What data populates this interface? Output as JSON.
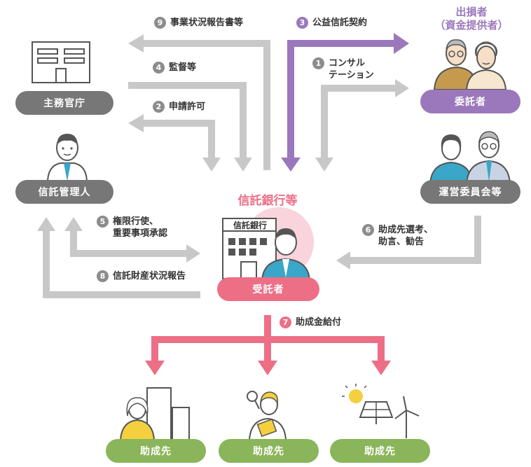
{
  "nodes": {
    "authority": "主務官庁",
    "trust_admin": "信託管理人",
    "trustor": "委託者",
    "committee": "運営委員会等",
    "trustee": "受託者",
    "grantee_1": "助成先",
    "grantee_2": "助成先",
    "grantee_3": "助成先"
  },
  "headings": {
    "donor_line1": "出損者",
    "donor_line2": "（資金提供者）",
    "bank": "信託銀行等",
    "building_sign": "信託銀行"
  },
  "steps": [
    {
      "num": "1",
      "line1": "コンサル",
      "line2": "テーション"
    },
    {
      "num": "2",
      "line1": "申請許可",
      "line2": ""
    },
    {
      "num": "3",
      "line1": "公益信託契約",
      "line2": ""
    },
    {
      "num": "4",
      "line1": "監督等",
      "line2": ""
    },
    {
      "num": "5",
      "line1": "権限行使、",
      "line2": "重要事項承認"
    },
    {
      "num": "6",
      "line1": "助成先選考、",
      "line2": "助言、勧告"
    },
    {
      "num": "7",
      "line1": "助成金給付",
      "line2": ""
    },
    {
      "num": "8",
      "line1": "信託財産状況報告",
      "line2": ""
    },
    {
      "num": "9",
      "line1": "事業状況報告書等",
      "line2": ""
    }
  ],
  "colors": {
    "purple": "#9b78bb",
    "pink": "#ec6f86",
    "gray": "#777777",
    "arrow_gray": "#c8c8c8",
    "green": "#8ab55a"
  }
}
